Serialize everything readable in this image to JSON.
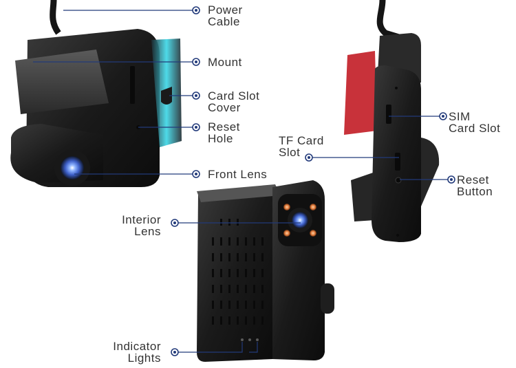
{
  "labels": {
    "power_cable": "Power\nCable",
    "mount": "Mount",
    "card_slot_cover": "Card Slot\nCover",
    "reset_hole": "Reset\nHole",
    "front_lens": "Front Lens",
    "interior_lens": "Interior\nLens",
    "indicator_lights": "Indicator\nLights",
    "tf_card_slot": "TF Card\nSlot",
    "sim_card_slot": "SIM\nCard Slot",
    "reset_button": "Reset\nButton"
  },
  "colors": {
    "callout": "#223a7a",
    "body": "#1c1c1c",
    "mount_accent": "#3ad6e6",
    "lens_blue": "#5d8cf0",
    "ir_led": "#e07a3a",
    "red_pad": "#c8323a"
  }
}
